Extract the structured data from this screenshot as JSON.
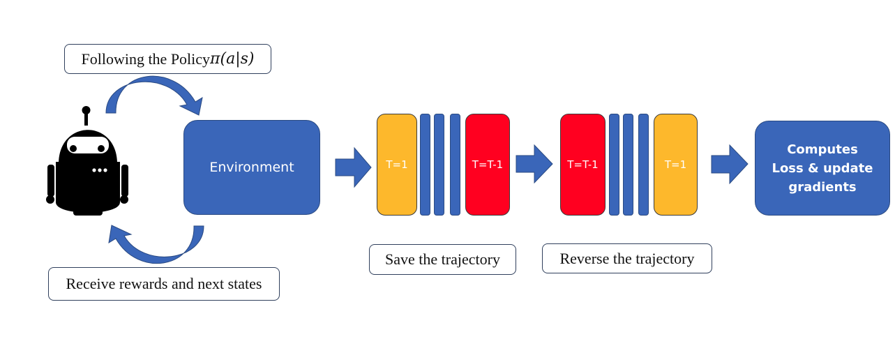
{
  "labels": {
    "policy_text": "Following the Policy ",
    "policy_math": "π(a|s)",
    "receive": "Receive rewards and next states",
    "save": "Save the trajectory",
    "reverse": "Reverse the trajectory"
  },
  "nodes": {
    "environment": "Environment",
    "compute": "Computes Loss & update gradients"
  },
  "trajectory": {
    "first": "T=1",
    "last": "T=T-1"
  },
  "reversed": {
    "first": "T=T-1",
    "last": "T=1"
  },
  "colors": {
    "blue": "#3a66b9",
    "yellow": "#fdb82c",
    "red": "#ff0020"
  }
}
